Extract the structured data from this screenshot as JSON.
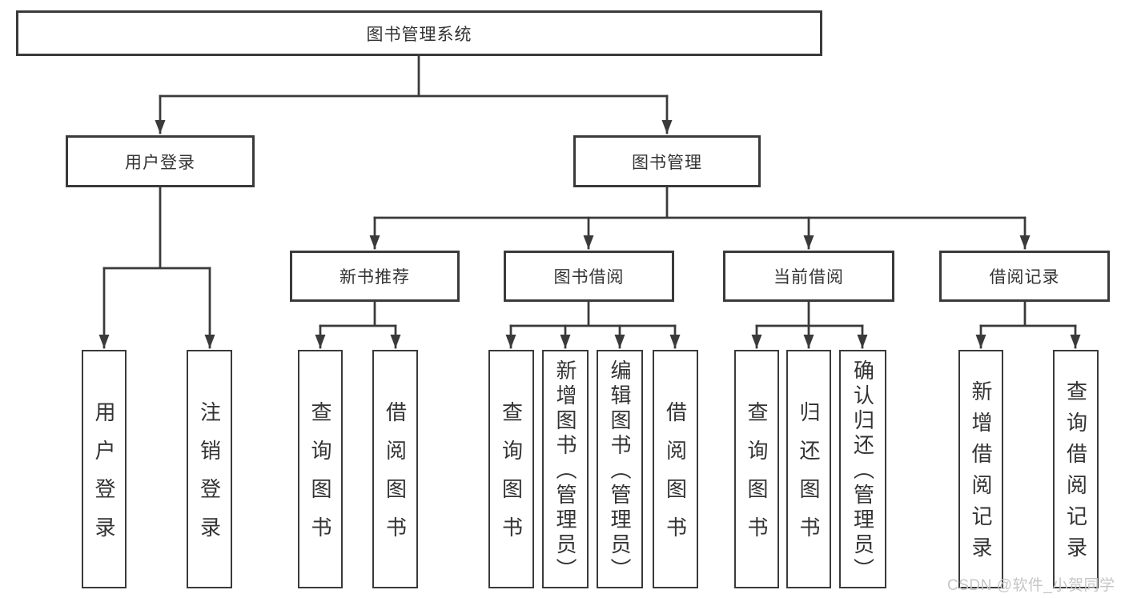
{
  "diagram": {
    "root": {
      "label": "图书管理系统"
    },
    "level2": [
      {
        "id": "user-login",
        "label": "用户登录"
      },
      {
        "id": "book-management",
        "label": "图书管理"
      }
    ],
    "level3": [
      {
        "id": "new-book-recommend",
        "label": "新书推荐"
      },
      {
        "id": "book-borrowing",
        "label": "图书借阅"
      },
      {
        "id": "current-borrowing",
        "label": "当前借阅"
      },
      {
        "id": "borrowing-records",
        "label": "借阅记录"
      }
    ],
    "leaves": [
      {
        "id": "user-login",
        "label": "用户登录"
      },
      {
        "id": "logout",
        "label": "注销登录"
      },
      {
        "id": "query-book-recommend",
        "label": "查询图书"
      },
      {
        "id": "borrow-book-recommend",
        "label": "借阅图书"
      },
      {
        "id": "query-book-borrowing",
        "label": "查询图书"
      },
      {
        "id": "add-book-admin",
        "label": "新增图书（管理员）"
      },
      {
        "id": "edit-book-admin",
        "label": "编辑图书（管理员）"
      },
      {
        "id": "borrow-book",
        "label": "借阅图书"
      },
      {
        "id": "query-book-current",
        "label": "查询图书"
      },
      {
        "id": "return-book",
        "label": "归还图书"
      },
      {
        "id": "confirm-return-admin",
        "label": "确认归还（管理员）"
      },
      {
        "id": "add-borrow-record",
        "label": "新增借阅记录"
      },
      {
        "id": "query-borrow-record",
        "label": "查询借阅记录"
      }
    ]
  },
  "watermark": {
    "text": "CSDN @软件_小贺同学"
  },
  "colors": {
    "line": "#3a3a3a",
    "text": "#333333",
    "box_background": "#ffffff",
    "watermark": "#c6c6c6",
    "page_background": "#ffffff"
  }
}
